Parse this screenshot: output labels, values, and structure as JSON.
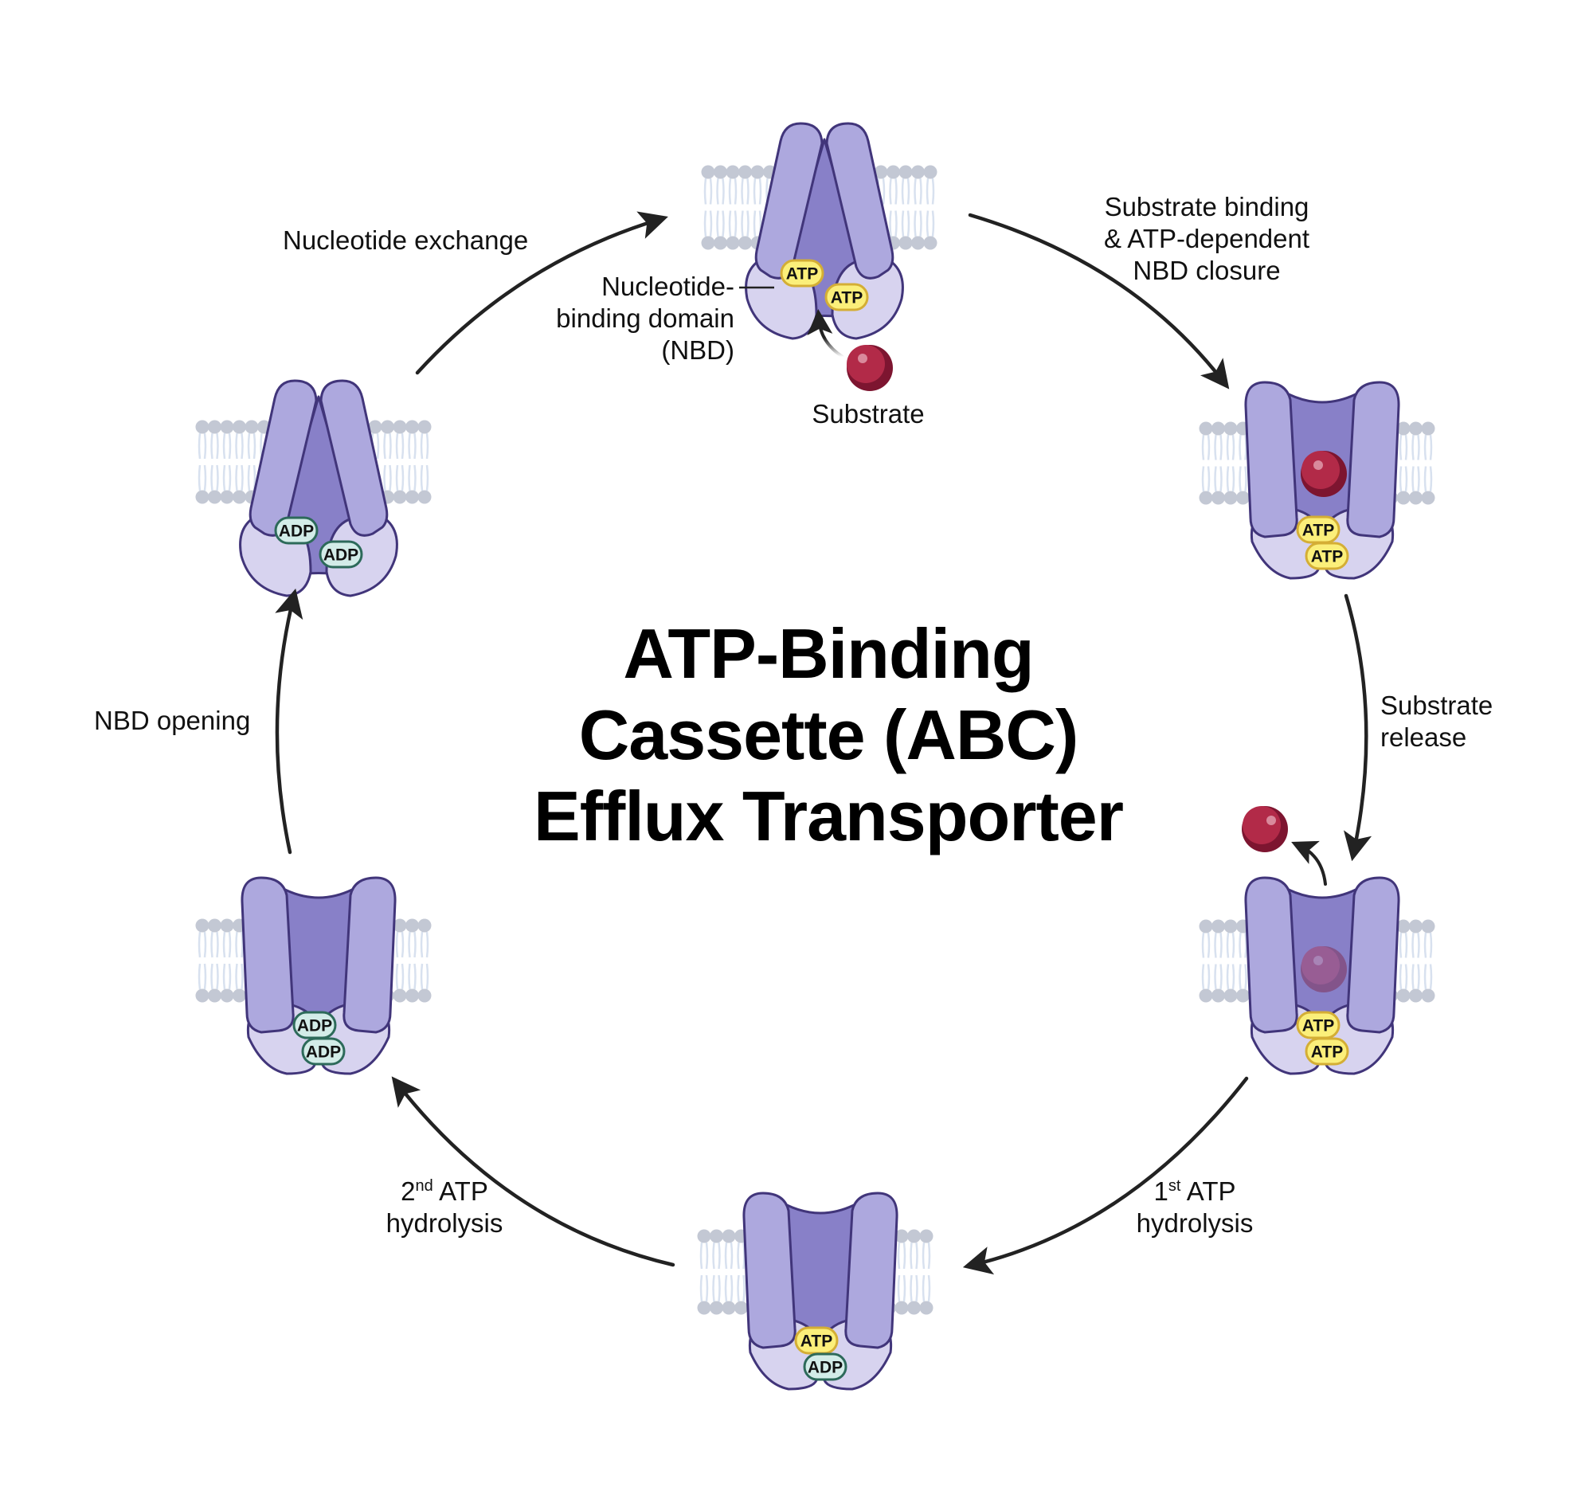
{
  "title": {
    "line1": "ATP-Binding",
    "line2": "Cassette (ABC)",
    "line3": "Efflux Transporter"
  },
  "steps": [
    {
      "id": "nucleotide-exchange",
      "lines": [
        "Nucleotide exchange"
      ]
    },
    {
      "id": "substrate-binding",
      "lines": [
        "Substrate binding",
        "& ATP-dependent",
        "NBD closure"
      ]
    },
    {
      "id": "substrate-release",
      "lines": [
        "Substrate",
        "release"
      ]
    },
    {
      "id": "first-hydrolysis",
      "ordinal_num": "1",
      "ordinal_sup": "st",
      "line1_rest": " ATP",
      "line2": "hydrolysis"
    },
    {
      "id": "second-hydrolysis",
      "ordinal_num": "2",
      "ordinal_sup": "nd",
      "line1_rest": " ATP",
      "line2": "hydrolysis"
    },
    {
      "id": "nbd-opening",
      "lines": [
        "NBD opening"
      ]
    }
  ],
  "annotations": {
    "nbd_label": [
      "Nucleotide-",
      "binding domain",
      "(NBD)"
    ],
    "substrate_label": "Substrate"
  },
  "states": [
    {
      "name": "inward-open-atp-bound",
      "conformation": "inward",
      "nucleotides": [
        "ATP",
        "ATP"
      ],
      "substrate": "none"
    },
    {
      "name": "outward-closed-substrate-bound",
      "conformation": "outward",
      "nucleotides": [
        "ATP",
        "ATP"
      ],
      "substrate": "inside"
    },
    {
      "name": "outward-substrate-released",
      "conformation": "outward",
      "nucleotides": [
        "ATP",
        "ATP"
      ],
      "substrate": "released"
    },
    {
      "name": "after-first-hydrolysis",
      "conformation": "outward",
      "nucleotides": [
        "ATP",
        "ADP"
      ],
      "substrate": "none"
    },
    {
      "name": "after-second-hydrolysis",
      "conformation": "outward",
      "nucleotides": [
        "ADP",
        "ADP"
      ],
      "substrate": "none"
    },
    {
      "name": "inward-open-adp-bound",
      "conformation": "inward",
      "nucleotides": [
        "ADP",
        "ADP"
      ],
      "substrate": "none"
    }
  ],
  "colors": {
    "tmd": "#ADA8DE",
    "core": "#8880C8",
    "nbd": "#D7D3EF",
    "outline": "#41357A",
    "atp_fill": "#FBEF7A",
    "atp_stroke": "#D4AE35",
    "adp_fill": "#D3ECE8",
    "adp_stroke": "#2D6A5A",
    "substrate": "#B22A48",
    "substrate_dark": "#7D1530",
    "membrane_head": "#C3C8D4",
    "membrane_tail": "#D8E1EF",
    "arrow": "#222222"
  }
}
